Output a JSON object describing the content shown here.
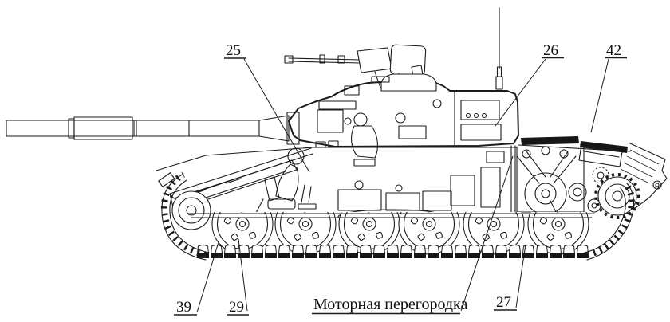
{
  "figure": {
    "type": "technical-cutaway-diagram",
    "subject": "Tank side cutaway (longitudinal section)",
    "background_color": "#ffffff",
    "line_color": "#1b1b1b"
  },
  "callouts": [
    {
      "id": "25",
      "text": "25",
      "position": "top-left"
    },
    {
      "id": "26",
      "text": "26",
      "position": "top-center",
      "points_to": "turret bustle"
    },
    {
      "id": "42",
      "text": "42",
      "position": "top-right",
      "points_to": "engine deck"
    },
    {
      "id": "39",
      "text": "39",
      "position": "bottom-left",
      "points_to": "front track"
    },
    {
      "id": "29",
      "text": "29",
      "position": "bottom-left",
      "points_to": "first road wheel"
    },
    {
      "id": "27",
      "text": "27",
      "position": "bottom-right",
      "points_to": "track run"
    }
  ],
  "caption": {
    "text": "Моторная перегородка",
    "points_to": "bulkhead between fighting and engine compartments"
  }
}
